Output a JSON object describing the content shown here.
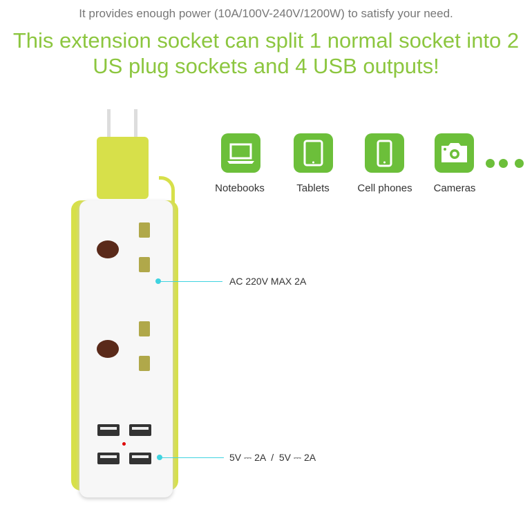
{
  "subtitle": "It provides enough power (10A/100V-240V/1200W) to satisfy your need.",
  "headline": "This extension socket can split 1 normal socket into 2 US plug sockets and 4 USB outputs!",
  "devices": [
    {
      "label": "Notebooks",
      "icon": "laptop-icon"
    },
    {
      "label": "Tablets",
      "icon": "tablet-icon"
    },
    {
      "label": "Cell phones",
      "icon": "phone-icon"
    },
    {
      "label": "Cameras",
      "icon": "camera-icon"
    }
  ],
  "callouts": {
    "ac": "AC 220V  MAX 2A",
    "usb": "5V ⎓ 2A  /  5V ⎓ 2A"
  },
  "colors": {
    "accent": "#8cc63f",
    "icon": "#6cbf3a",
    "callout": "#3fd3e0",
    "product": "#d7e04a"
  }
}
